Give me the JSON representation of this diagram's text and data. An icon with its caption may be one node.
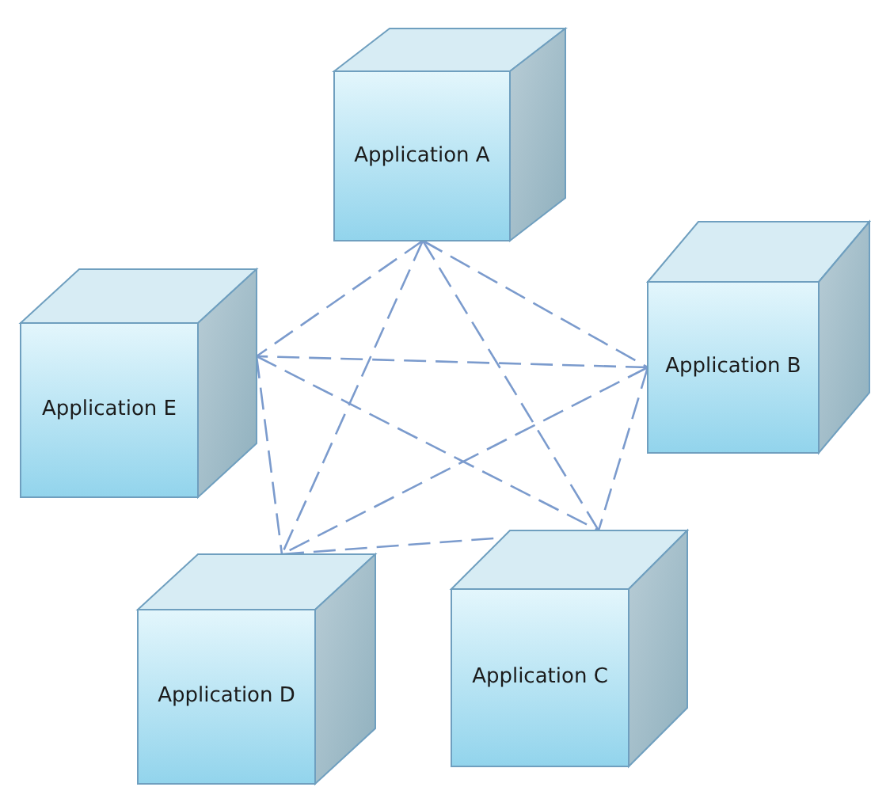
{
  "diagram": {
    "nodes": [
      {
        "text": [
          "Application A"
        ]
      },
      {
        "text": [
          "Application B"
        ]
      },
      {
        "text": [
          "Application E"
        ]
      },
      {
        "text": [
          "Application D"
        ]
      },
      {
        "text": [
          "Application C"
        ]
      }
    ],
    "edges": [
      {
        "from": 0,
        "to": 1,
        "arrow": "none",
        "style": "dashed"
      },
      {
        "from": 0,
        "to": 2,
        "arrow": "none",
        "style": "dashed"
      },
      {
        "from": 0,
        "to": 3,
        "arrow": "none",
        "style": "dashed"
      },
      {
        "from": 0,
        "to": 4,
        "arrow": "none",
        "style": "dashed"
      },
      {
        "from": 1,
        "to": 2,
        "arrow": "none",
        "style": "dashed"
      },
      {
        "from": 1,
        "to": 3,
        "arrow": "none",
        "style": "dashed"
      },
      {
        "from": 1,
        "to": 4,
        "arrow": "none",
        "style": "dashed"
      },
      {
        "from": 2,
        "to": 3,
        "arrow": "none",
        "style": "dashed"
      },
      {
        "from": 2,
        "to": 4,
        "arrow": "none",
        "style": "dashed"
      },
      {
        "from": 3,
        "to": 4,
        "arrow": "none",
        "style": "dashed"
      }
    ]
  }
}
